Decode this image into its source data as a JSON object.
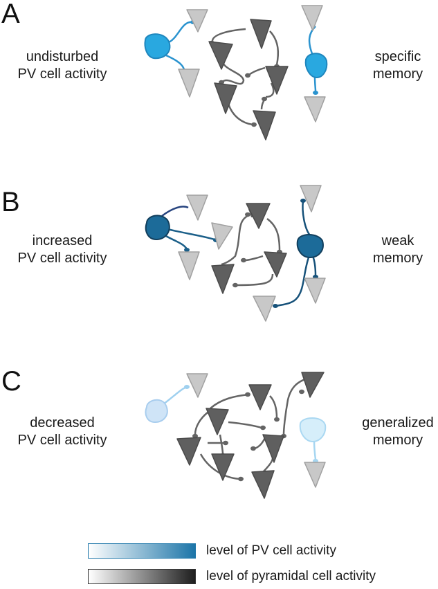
{
  "panels": [
    {
      "letter": "A",
      "condition": "undisturbed\nPV cell activity",
      "outcome": "specific\nmemory"
    },
    {
      "letter": "B",
      "condition": "increased\nPV cell activity",
      "outcome": "weak\nmemory"
    },
    {
      "letter": "C",
      "condition": "decreased\nPV cell activity",
      "outcome": "generalized\nmemory"
    }
  ],
  "legend": {
    "pv": "level of PV cell activity",
    "pyramidal": "level of pyramidal cell activity"
  },
  "colors": {
    "pv_normal": "#29a8e0",
    "pv_high": "#1b6a96",
    "pv_low": "#cfe7f7",
    "pyr_dark": "#5f5f5f",
    "pyr_light": "#c8c8c8",
    "pv_bar_end": "#1c75a8"
  }
}
